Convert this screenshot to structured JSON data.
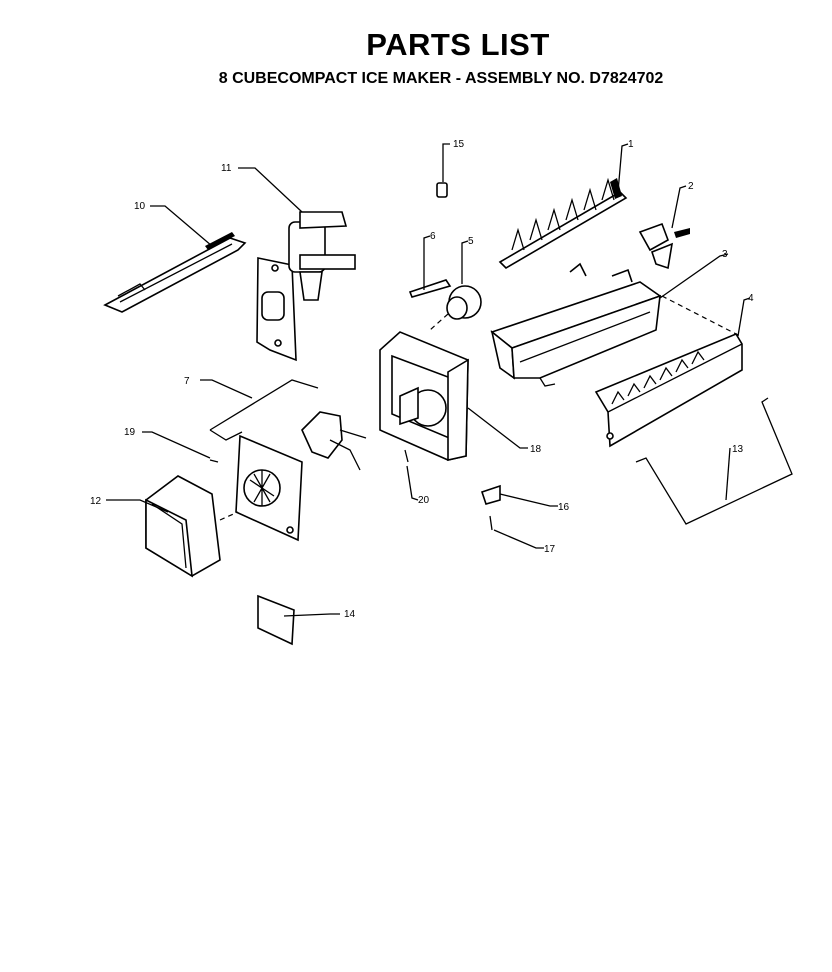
{
  "header": {
    "title": "PARTS LIST",
    "subtitle": "8 CUBECOMPACT ICE MAKER - ASSEMBLY NO. D7824702"
  },
  "callouts": {
    "c1": "1",
    "c2": "2",
    "c3": "3",
    "c4": "4",
    "c5": "5",
    "c6": "6",
    "c7": "7",
    "c10": "10",
    "c11": "11",
    "c12": "12",
    "c13": "13",
    "c14": "14",
    "c15": "15",
    "c16": "16",
    "c17": "17",
    "c18": "18",
    "c19": "19",
    "c20": "20"
  }
}
